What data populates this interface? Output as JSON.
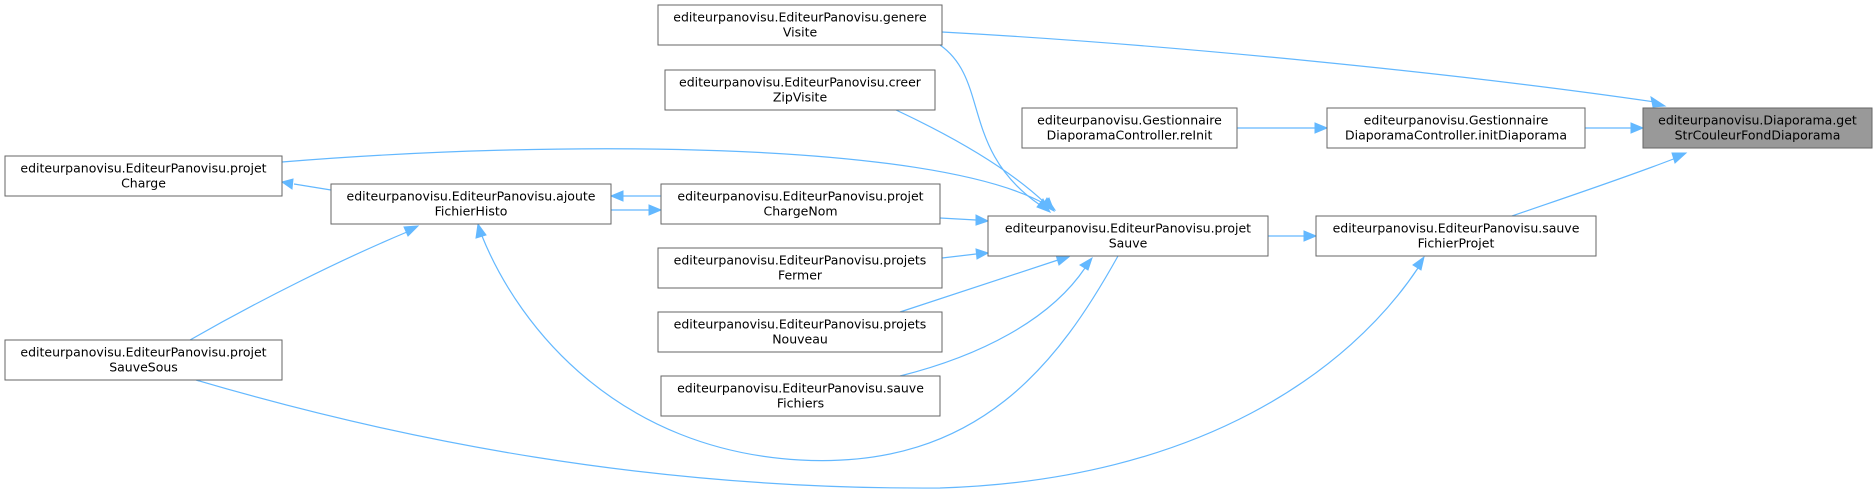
{
  "graph": {
    "nodes": [
      {
        "id": "root",
        "lines": [
          "editeurpanovisu.Diaporama.get",
          "StrCouleurFondDiaporama"
        ]
      },
      {
        "id": "initDiap",
        "lines": [
          "editeurpanovisu.Gestionnaire",
          "DiaporamaController.initDiaporama"
        ]
      },
      {
        "id": "reInit",
        "lines": [
          "editeurpanovisu.Gestionnaire",
          "DiaporamaController.reInit"
        ]
      },
      {
        "id": "genere",
        "lines": [
          "editeurpanovisu.EditeurPanovisu.genere",
          "Visite"
        ]
      },
      {
        "id": "creerZip",
        "lines": [
          "editeurpanovisu.EditeurPanovisu.creer",
          "ZipVisite"
        ]
      },
      {
        "id": "sauveFP",
        "lines": [
          "editeurpanovisu.EditeurPanovisu.sauve",
          "FichierProjet"
        ]
      },
      {
        "id": "projetSauve",
        "lines": [
          "editeurpanovisu.EditeurPanovisu.projet",
          "Sauve"
        ]
      },
      {
        "id": "chargeNom",
        "lines": [
          "editeurpanovisu.EditeurPanovisu.projet",
          "ChargeNom"
        ]
      },
      {
        "id": "fermer",
        "lines": [
          "editeurpanovisu.EditeurPanovisu.projets",
          "Fermer"
        ]
      },
      {
        "id": "nouveau",
        "lines": [
          "editeurpanovisu.EditeurPanovisu.projets",
          "Nouveau"
        ]
      },
      {
        "id": "sauveFich",
        "lines": [
          "editeurpanovisu.EditeurPanovisu.sauve",
          "Fichiers"
        ]
      },
      {
        "id": "ajoute",
        "lines": [
          "editeurpanovisu.EditeurPanovisu.ajoute",
          "FichierHisto"
        ]
      },
      {
        "id": "charge",
        "lines": [
          "editeurpanovisu.EditeurPanovisu.projet",
          "Charge"
        ]
      },
      {
        "id": "sauveSous",
        "lines": [
          "editeurpanovisu.EditeurPanovisu.projet",
          "SauveSous"
        ]
      }
    ],
    "edges": [
      {
        "from": "initDiap",
        "to": "root"
      },
      {
        "from": "genere",
        "to": "root"
      },
      {
        "from": "sauveFP",
        "to": "root"
      },
      {
        "from": "reInit",
        "to": "initDiap"
      },
      {
        "from": "projetSauve",
        "to": "sauveFP"
      },
      {
        "from": "sauveSous",
        "to": "sauveFP"
      },
      {
        "from": "genere",
        "to": "projetSauve"
      },
      {
        "from": "creerZip",
        "to": "projetSauve"
      },
      {
        "from": "charge",
        "to": "projetSauve"
      },
      {
        "from": "chargeNom",
        "to": "projetSauve"
      },
      {
        "from": "fermer",
        "to": "projetSauve"
      },
      {
        "from": "nouveau",
        "to": "projetSauve"
      },
      {
        "from": "sauveFich",
        "to": "projetSauve"
      },
      {
        "from": "projetSauve",
        "to": "ajoute"
      },
      {
        "from": "ajoute",
        "to": "chargeNom"
      },
      {
        "from": "chargeNom",
        "to": "ajoute"
      },
      {
        "from": "ajoute",
        "to": "charge"
      },
      {
        "from": "sauveSous",
        "to": "ajoute"
      }
    ]
  },
  "colors": {
    "edge": "#63b8ff",
    "node_border": "#666666",
    "root_fill": "#999999"
  }
}
